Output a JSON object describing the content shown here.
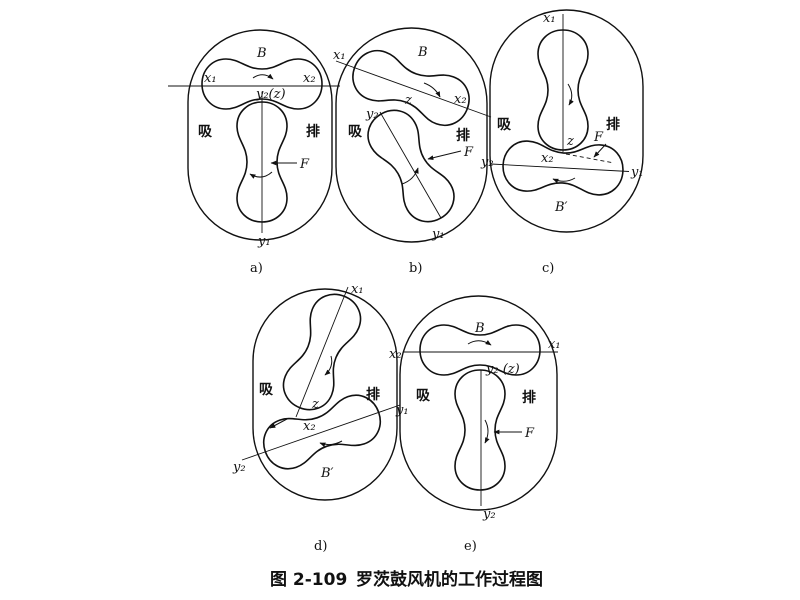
{
  "panels": {
    "a": {
      "label": "a)",
      "B": "B",
      "x1": "x₁",
      "x2": "x₂",
      "y2z": "y₂(z)",
      "suction": "吸",
      "discharge": "排",
      "F": "F",
      "y1": "y₁"
    },
    "b": {
      "label": "b)",
      "B": "B",
      "x1": "x₁",
      "x2": "x₂",
      "z": "z",
      "y2": "y₂",
      "suction": "吸",
      "discharge": "排",
      "F": "F",
      "y1": "y₁"
    },
    "c": {
      "label": "c)",
      "x1": "x₁",
      "suction": "吸",
      "discharge": "排",
      "z": "z",
      "F": "F",
      "y2": "y₂",
      "x2": "x₂",
      "y1": "y₁",
      "B_prime": "B′"
    },
    "d": {
      "label": "d)",
      "x1": "x₁",
      "suction": "吸",
      "discharge": "排",
      "z": "z",
      "x2": "x₂",
      "y1": "y₁",
      "y2": "y₂",
      "B_prime": "B′"
    },
    "e": {
      "label": "e)",
      "B": "B",
      "x2": "x₂",
      "x1": "x₁",
      "y2z": "y₂ (z)",
      "suction": "吸",
      "discharge": "排",
      "F": "F",
      "y2": "y₂"
    }
  },
  "caption": {
    "number": "图 2-109",
    "title": "罗茨鼓风机的工作过程图"
  }
}
